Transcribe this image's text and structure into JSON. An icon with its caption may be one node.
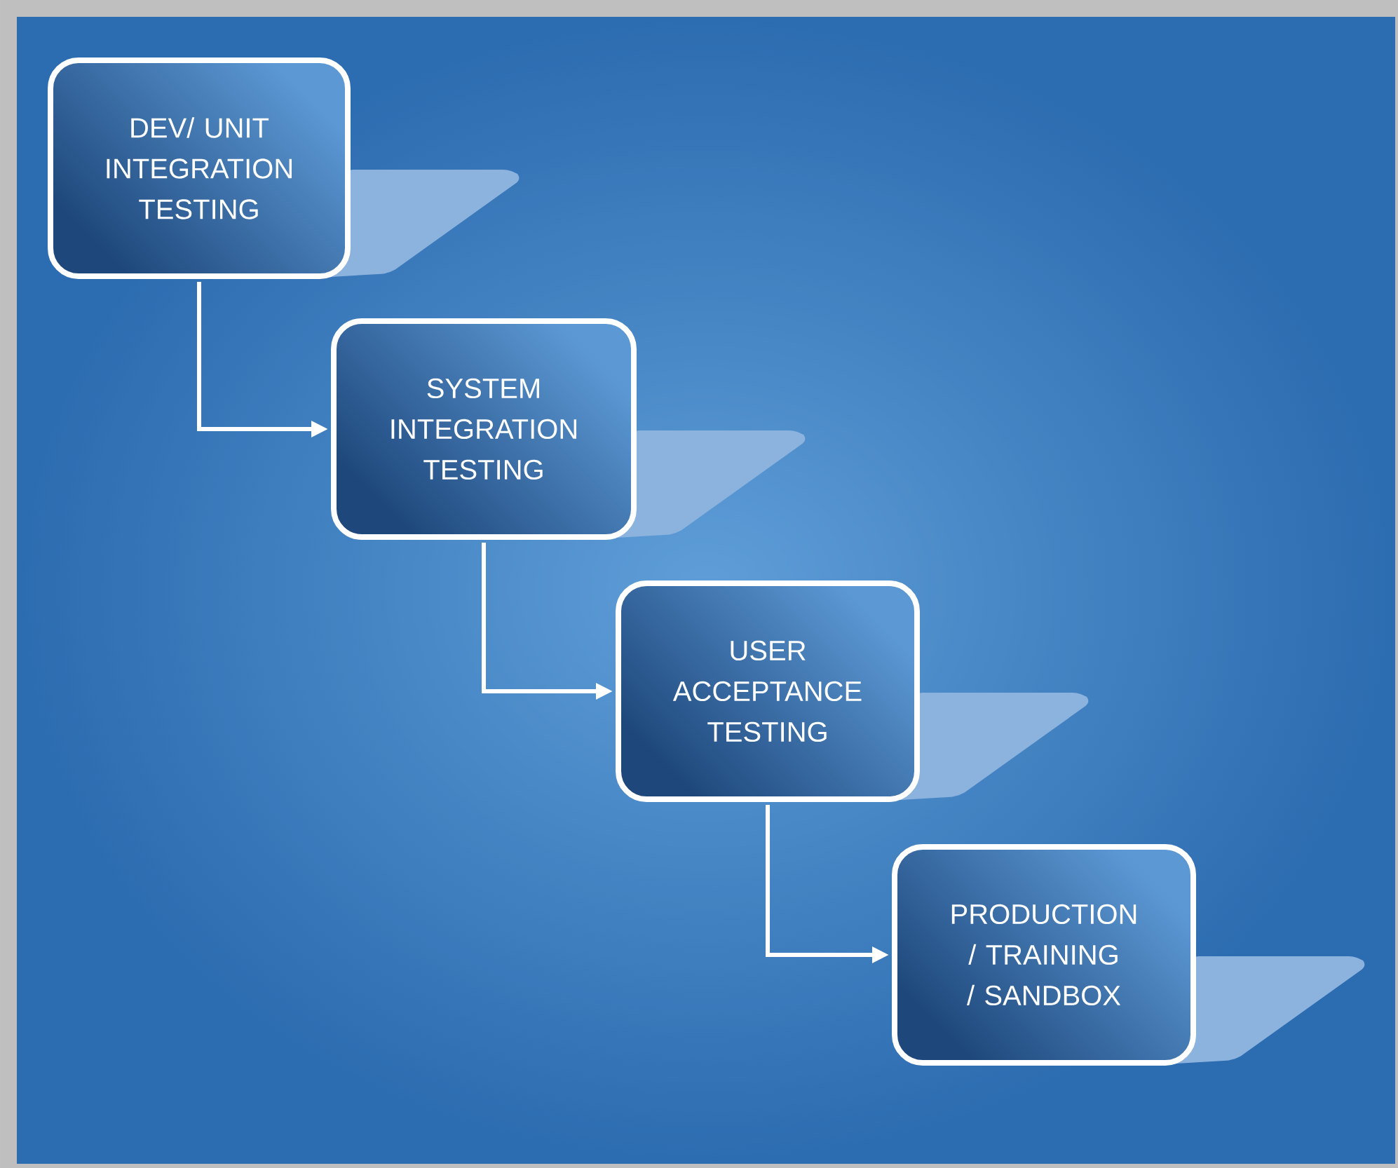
{
  "diagram": {
    "nodes": [
      {
        "text": [
          "DEV/ UNIT INTEGRATION TESTING"
        ]
      },
      {
        "text": [
          "SYSTEM INTEGRATION TESTING"
        ]
      },
      {
        "text": [
          "USER ACCEPTANCE TESTING"
        ]
      },
      {
        "text": [
          "PRODUCTION / TRAINING / SANDBOX"
        ]
      }
    ],
    "edges": [
      {
        "from": 0,
        "to": 1,
        "arrow": "to"
      },
      {
        "from": 1,
        "to": 2,
        "arrow": "to"
      },
      {
        "from": 2,
        "to": 3,
        "arrow": "to"
      }
    ]
  }
}
